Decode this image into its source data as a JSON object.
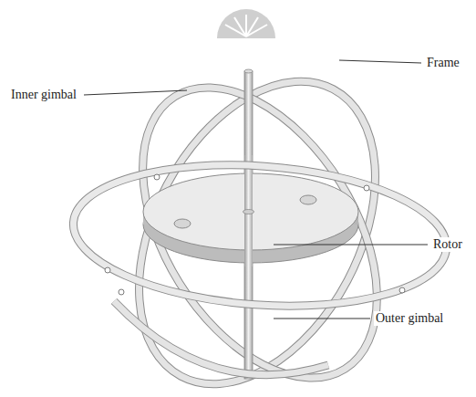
{
  "diagram": {
    "labels": [
      "Inner gimbal",
      "Frame",
      "Rotor",
      "Outer gimbal"
    ]
  }
}
